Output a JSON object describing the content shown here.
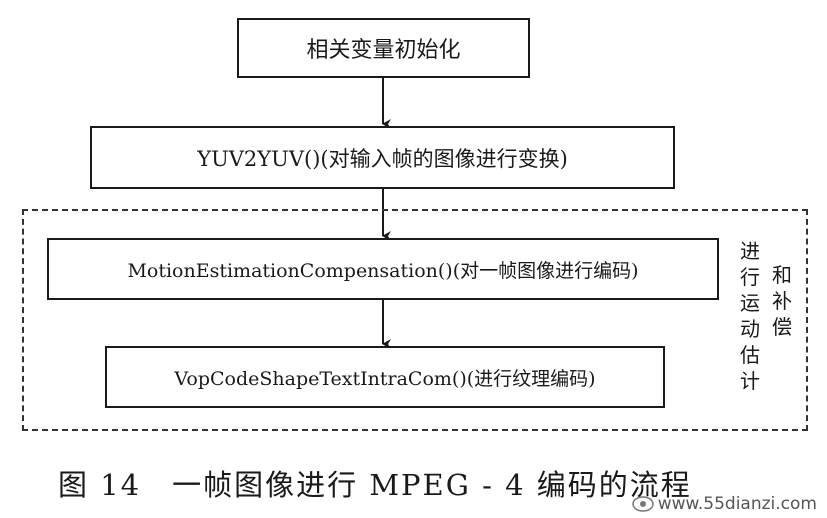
{
  "diagram": {
    "steps": [
      {
        "id": "init",
        "label": "相关变量初始化"
      },
      {
        "id": "yuv",
        "label": "YUV2YUV()(对输入帧的图像进行变换)"
      },
      {
        "id": "me",
        "label": "MotionEstimationCompensation()(对一帧图像进行编码)"
      },
      {
        "id": "vop",
        "label": "VopCodeShapeTextIntraCom()(进行纹理编码)"
      }
    ],
    "group_label_line1": "进行运动估计",
    "group_label_line2": "和补偿",
    "caption": "图 14　一帧图像进行 MPEG - 4 编码的流程",
    "watermark": "www.55dianzi.com"
  },
  "colors": {
    "line": "#1a1a1a",
    "dashed": "#333333",
    "background": "#ffffff"
  }
}
